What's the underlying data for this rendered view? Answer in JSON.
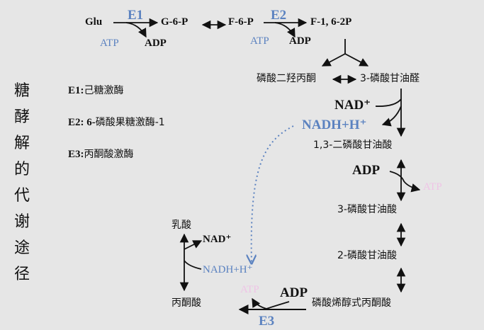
{
  "title_chars": [
    "糖",
    "酵",
    "解",
    "的",
    "代",
    "谢",
    "途",
    "径"
  ],
  "legend": [
    {
      "label": "E1:",
      "name": "己糖激酶"
    },
    {
      "label": "E2: 6-",
      "name": "磷酸果糖激酶-1"
    },
    {
      "label": "E3:",
      "name": "丙酮酸激酶"
    }
  ],
  "nodes": {
    "glu": "Glu",
    "g6p": "G-6-P",
    "f6p": "F-6-P",
    "f16p": "F-1, 6-2P",
    "dhap": "磷酸二羟丙酮",
    "g3p": "3-磷酸甘油醛",
    "bpg": "1,3-二磷酸甘油酸",
    "pg3": "3-磷酸甘油酸",
    "pg2": "2-磷酸甘油酸",
    "pep": "磷酸烯醇式丙酮酸",
    "pyruvate": "丙酮酸",
    "lactate": "乳酸"
  },
  "enzymes": {
    "e1": "E1",
    "e2": "E2",
    "e3": "E3"
  },
  "cofactors": {
    "atp_1": "ATP",
    "adp_1": "ADP",
    "atp_2": "ATP",
    "adp_2": "ADP",
    "nad_1": "NAD⁺",
    "nadh_1": "NADH+H⁺",
    "adp_3": "ADP",
    "atp_3": "ATP",
    "adp_4": "ADP",
    "atp_4": "ATP",
    "nad_2": "NAD⁺",
    "nadh_2": "NADH+H⁺"
  },
  "colors": {
    "blue": "#5b82c0",
    "pink": "#efc4e6",
    "background": "#e6e6e6"
  }
}
